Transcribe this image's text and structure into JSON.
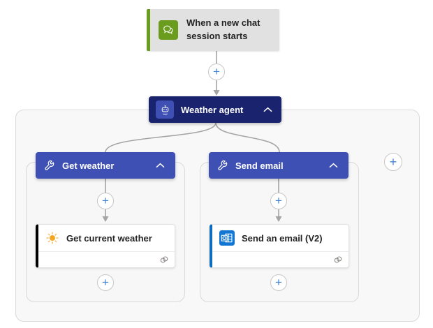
{
  "app": {
    "name": "Agent flow designer canvas"
  },
  "colors": {
    "trigger_accent_green": "#6a9c1e",
    "trigger_background": "#e1e1e1",
    "agent_node_navy": "#19236e",
    "tool_node_blue": "#3e50b4",
    "plus_blue": "#4285d4",
    "connector_gray": "#a6a4a2",
    "weather_card_accent": "#000000",
    "email_card_accent": "#0f6cbd",
    "outlook_icon_blue": "#1276d3",
    "sun_icon_orange": "#f5a623"
  },
  "trigger": {
    "label": "When a new chat session starts",
    "icon": "chat-icon"
  },
  "agent": {
    "label": "Weather agent",
    "icon": "bot-icon",
    "collapse_icon": "chevron-up-icon"
  },
  "branches": [
    {
      "tool": {
        "label": "Get weather",
        "icon": "wrench-icon",
        "collapse_icon": "chevron-up-icon"
      },
      "action": {
        "label": "Get current weather",
        "icon": "sun-icon",
        "footer_icon": "connection-icon"
      }
    },
    {
      "tool": {
        "label": "Send email",
        "icon": "wrench-icon",
        "collapse_icon": "chevron-up-icon"
      },
      "action": {
        "label": "Send an email (V2)",
        "icon": "outlook-icon",
        "footer_icon": "connection-icon"
      }
    }
  ],
  "ui": {
    "add_glyph": "+"
  }
}
